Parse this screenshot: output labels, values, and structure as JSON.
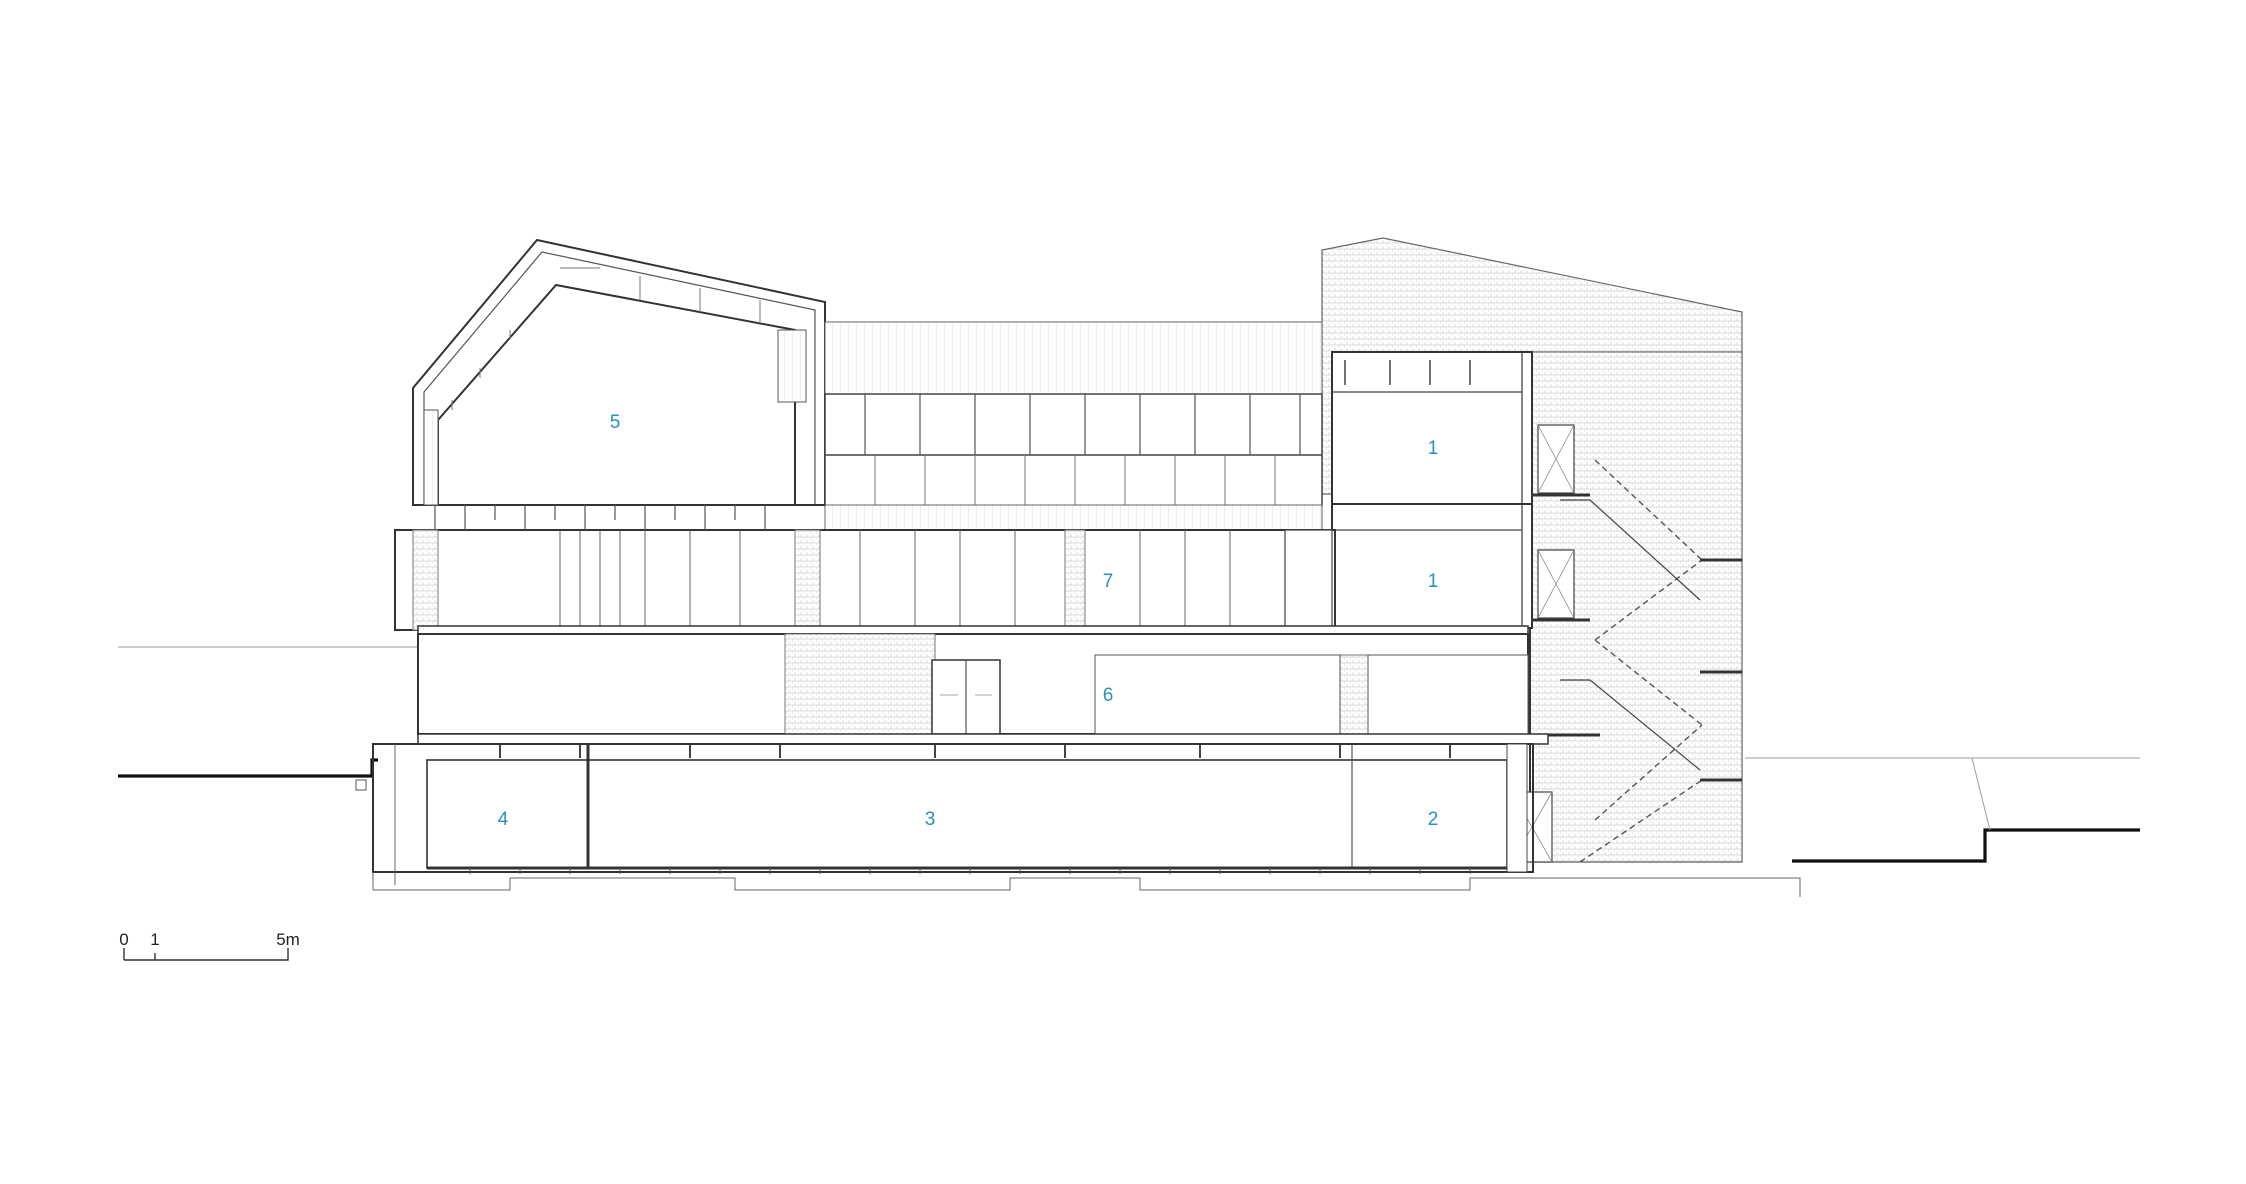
{
  "colors": {
    "line": "#3a3a3a",
    "thin": "#9a9a9a",
    "ground": "#111111",
    "label": "#2a8fc4",
    "hatch": "#c8c8c8"
  },
  "rooms": [
    {
      "id": "room-5",
      "label": "5"
    },
    {
      "id": "room-1-upper",
      "label": "1"
    },
    {
      "id": "room-7",
      "label": "7"
    },
    {
      "id": "room-1-lower",
      "label": "1"
    },
    {
      "id": "room-6",
      "label": "6"
    },
    {
      "id": "room-4",
      "label": "4"
    },
    {
      "id": "room-3",
      "label": "3"
    },
    {
      "id": "room-2",
      "label": "2"
    }
  ],
  "scale_bar": {
    "ticks": [
      "0",
      "1",
      "5m"
    ]
  }
}
